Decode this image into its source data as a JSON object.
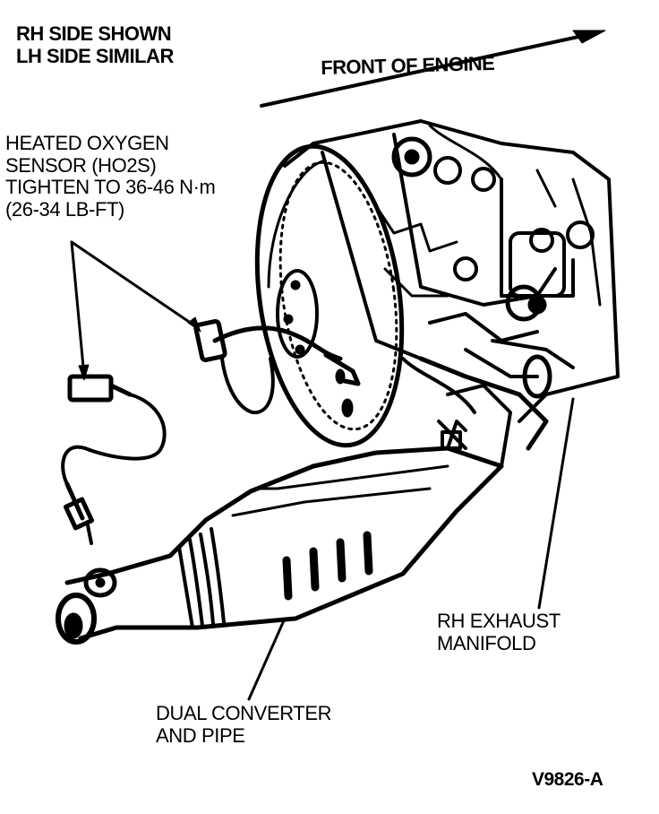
{
  "labels": {
    "side_note": [
      "RH SIDE SHOWN",
      "LH SIDE SIMILAR"
    ],
    "front_of_engine": "FRONT OF ENGINE",
    "sensor": [
      "HEATED OXYGEN",
      "SENSOR (HO2S)",
      "TIGHTEN TO 36-46 N·m",
      "(26-34 LB-FT)"
    ],
    "manifold": [
      "RH EXHAUST",
      "MANIFOLD"
    ],
    "converter": [
      "DUAL CONVERTER",
      "AND PIPE"
    ],
    "figure_code": "V9826-A"
  },
  "colors": {
    "ink": "#000000",
    "paper": "#ffffff"
  }
}
